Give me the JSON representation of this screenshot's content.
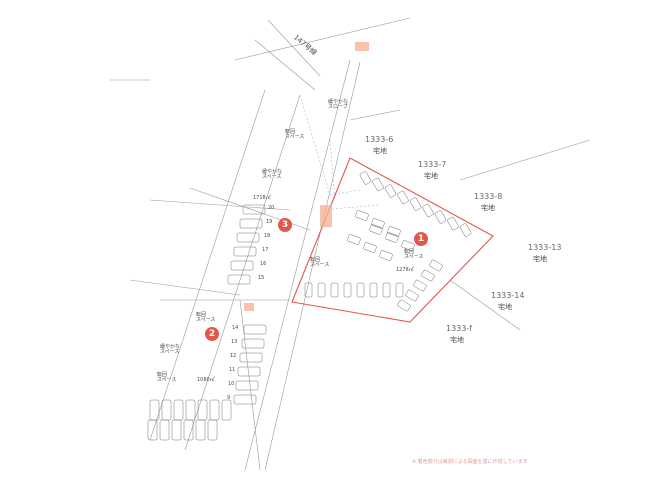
{
  "colors": {
    "boundary": "#e2574c",
    "marker": "#e2574c",
    "lines": "#9a9a9a",
    "orange_text": "#e7a26f",
    "blue_text": "#5a78a8"
  },
  "markers": [
    {
      "id": "m1",
      "label": "1"
    },
    {
      "id": "m2",
      "label": "2"
    },
    {
      "id": "m3",
      "label": "3"
    }
  ],
  "lots": {
    "l1333_6": "1333-6",
    "l1333_7": "1333-7",
    "l1333_8": "1333-8",
    "l1333_13": "1333-13",
    "l1333_14": "1333-14",
    "l1333_f": "1333-f",
    "takuchi": "宅地"
  },
  "labels": {
    "road_top": "147号線",
    "turn_space": "転回\nスペース",
    "slope": "緩やかな\nスロープ",
    "area_1": "1278㎡",
    "area_2": "1080㎡",
    "area_3": "1718㎡",
    "turn_space_1": "転回\nスペース",
    "turn_space_2": "転回\nスペース",
    "turn_space_3": "転回\nスペース",
    "slow_space_2": "緩やかな\nスペース",
    "slow_space_3": "緩やかな\nスペース"
  },
  "row_numbers_3": [
    "20",
    "19",
    "18",
    "17",
    "16",
    "15"
  ],
  "row_numbers_2": [
    "14",
    "13",
    "12",
    "11",
    "10",
    "9"
  ],
  "footnote": "※ 着色部分は実測による図面を基に作成しています"
}
